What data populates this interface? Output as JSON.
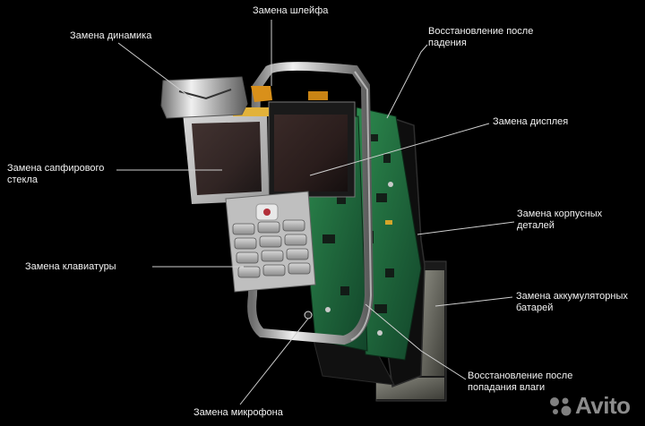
{
  "labels": {
    "speaker": "Замена динамика",
    "ribbon": "Замена шлейфа",
    "drop_repair": [
      "Восстановление после",
      "падения"
    ],
    "display": "Замена дисплея",
    "sapphire_glass": [
      "Замена сапфирового",
      "стекла"
    ],
    "housing": [
      "Замена корпусных",
      "деталей"
    ],
    "keyboard": "Замена клавиатуры",
    "battery": [
      "Замена аккумуляторных",
      "батарей"
    ],
    "water_repair": [
      "Восстановление после",
      "попадания влаги"
    ],
    "microphone": "Замена микрофона"
  },
  "watermark": {
    "text": "Avito"
  },
  "colors": {
    "background": "#000000",
    "label_text": "#f2f2f2",
    "leader_line": "#cfcfcf",
    "pcb_green": "#1f6b3a",
    "chrome": "#c9c9c9",
    "ribbon_orange": "#d9901a"
  }
}
